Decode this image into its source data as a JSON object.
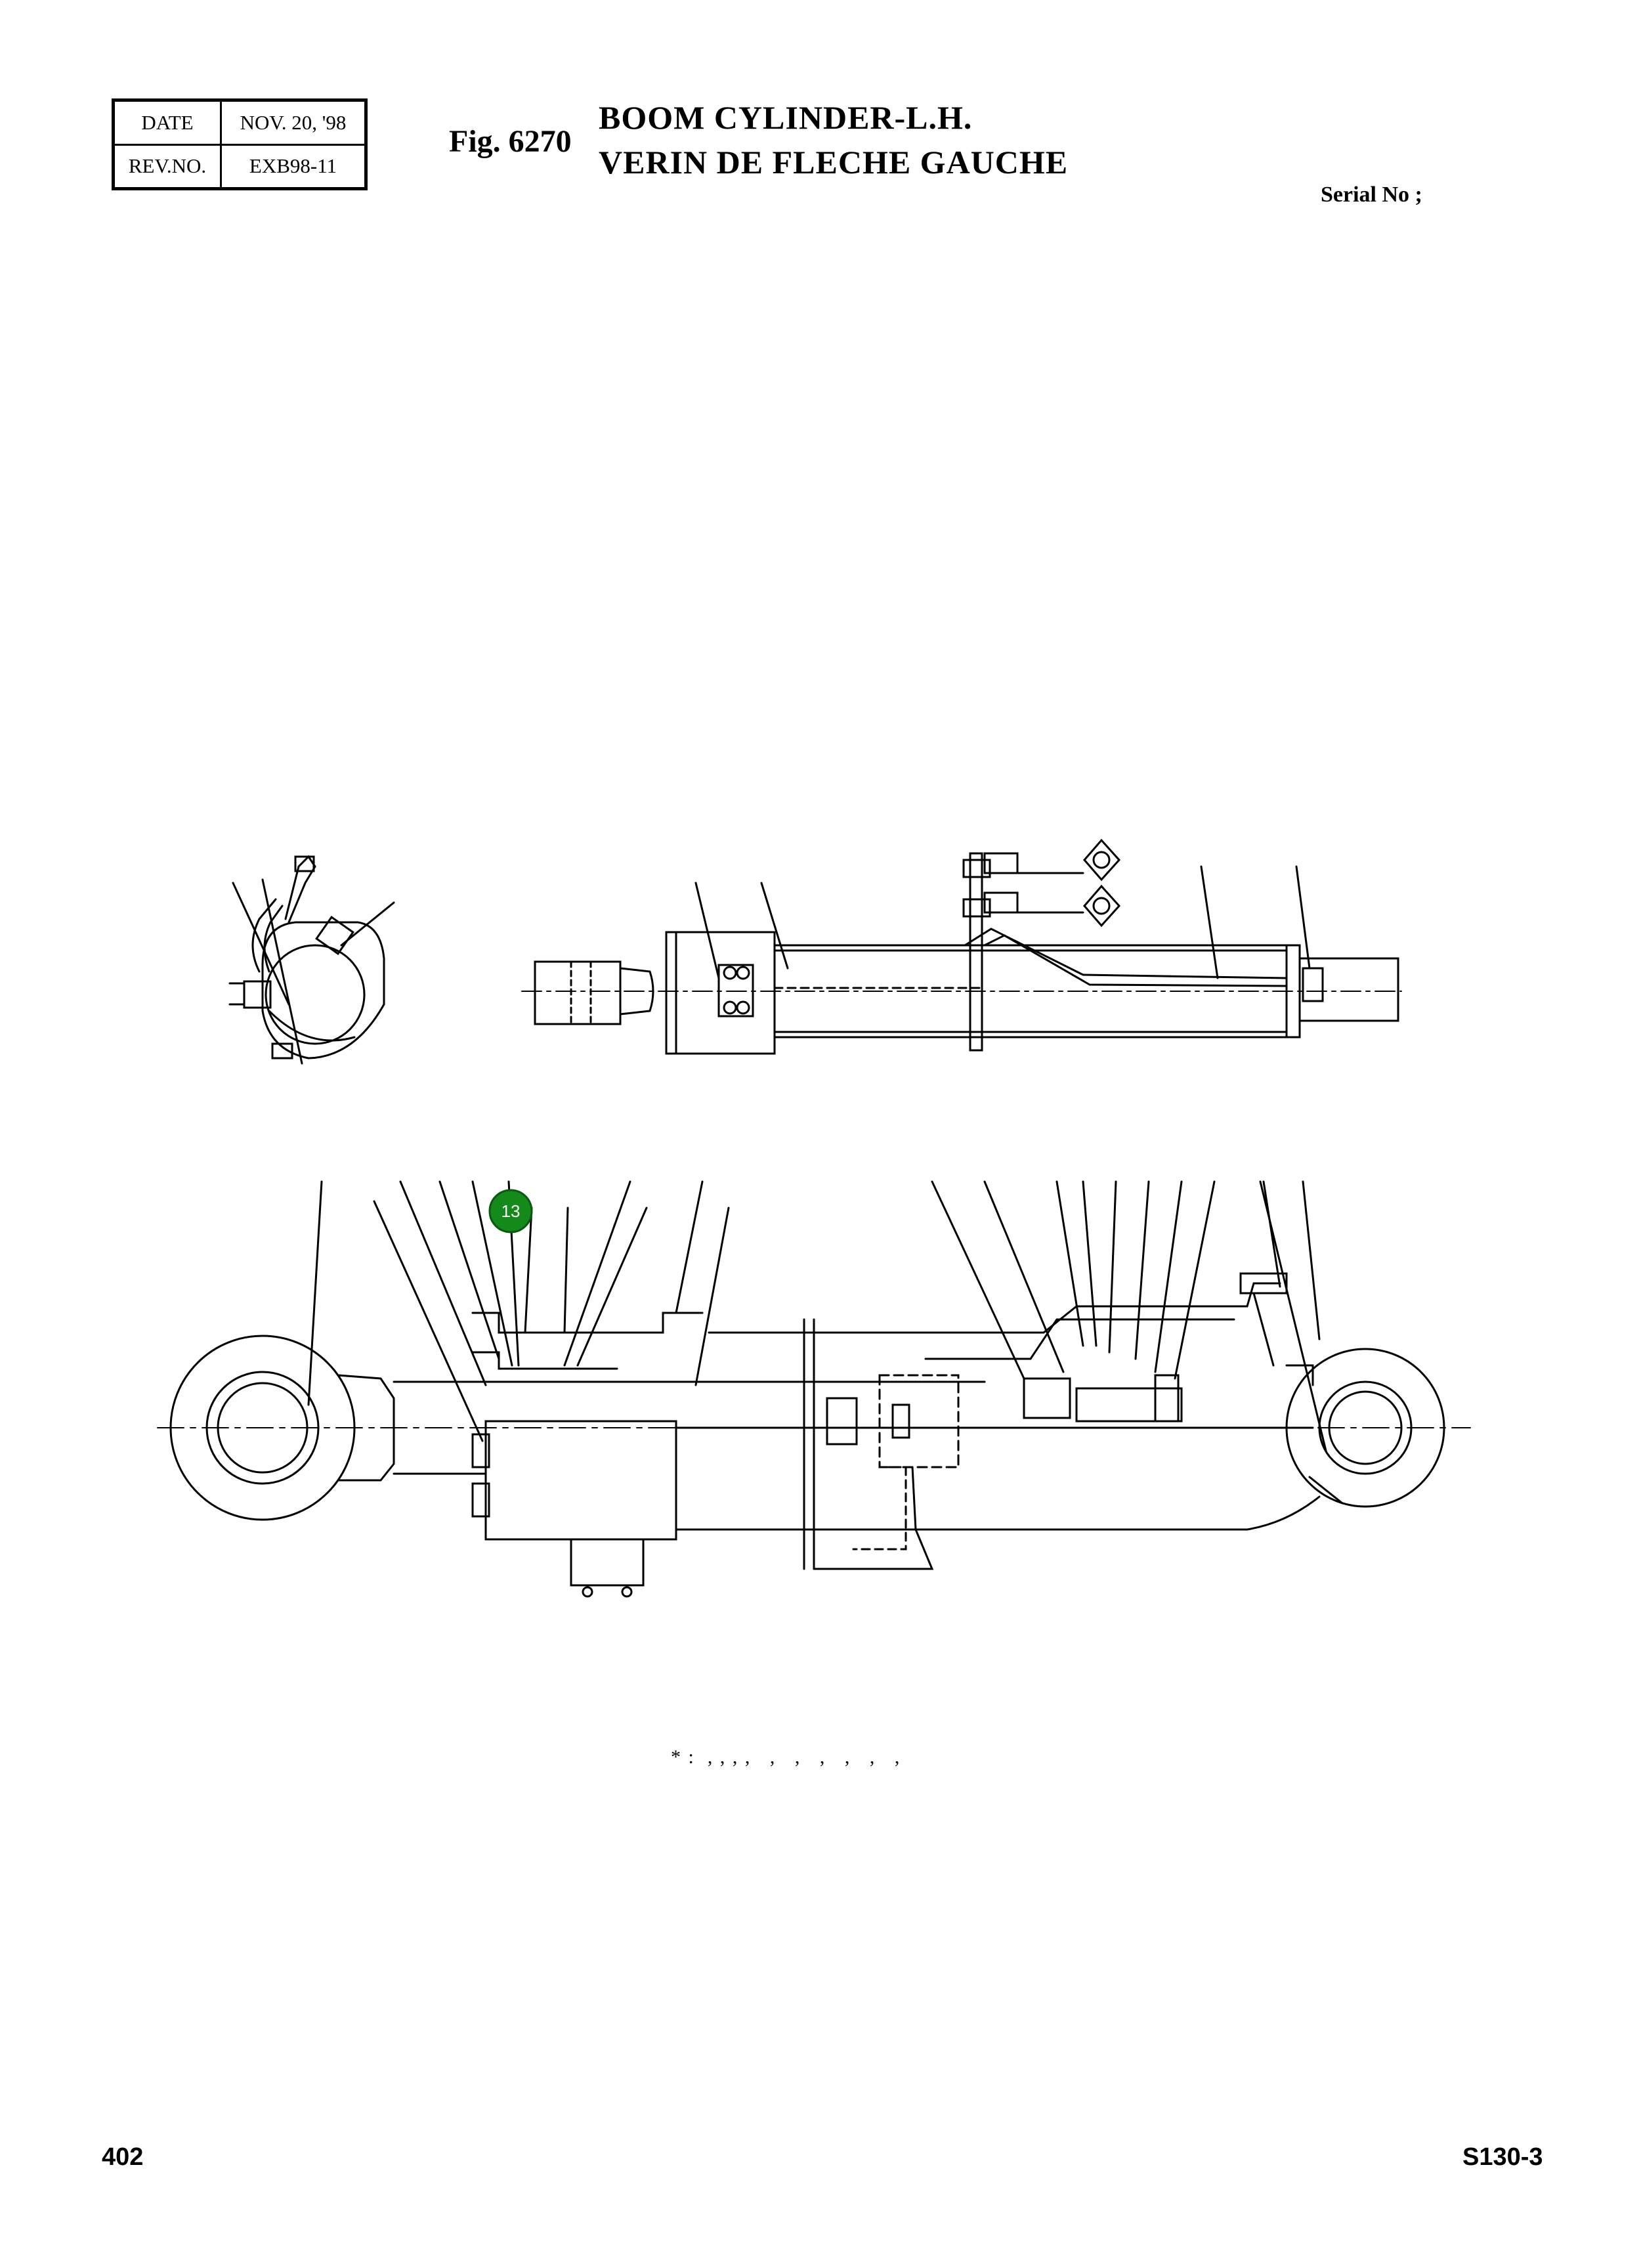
{
  "header": {
    "date_label": "DATE",
    "date_value": "NOV. 20, '98",
    "rev_label": "REV.NO.",
    "rev_value": "EXB98-11"
  },
  "figure": {
    "number": "Fig. 6270",
    "title_en": "BOOM CYLINDER-L.H.",
    "title_fr": "VERIN DE FLECHE GAUCHE",
    "serial": "Serial No ;"
  },
  "callout": {
    "label": "13",
    "color": "#138a1a"
  },
  "footnote": "* :  , , , ,   ,   ,   ,   ,   ,   ,",
  "footer": {
    "page": "402",
    "model": "S130-3"
  }
}
